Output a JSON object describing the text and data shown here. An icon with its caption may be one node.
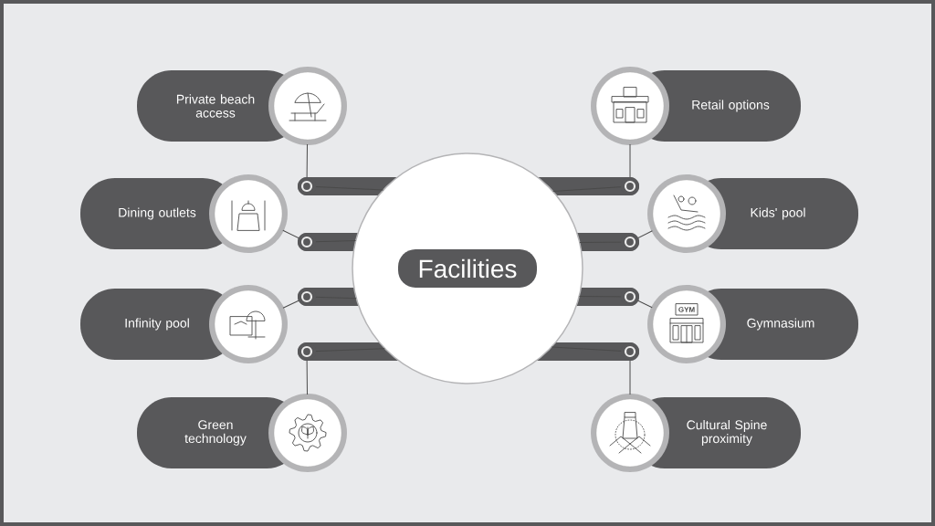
{
  "diagram": {
    "nodes": [
      {
        "text": [
          "Facilities"
        ]
      },
      {
        "text": [
          "Private beach access"
        ]
      },
      {
        "text": [
          "Dining outlets"
        ]
      },
      {
        "text": [
          "Infinity pool"
        ]
      },
      {
        "text": [
          "Green technology"
        ]
      },
      {
        "text": [
          "Retail options"
        ]
      },
      {
        "text": [
          "Kids' pool"
        ]
      },
      {
        "text": [
          "Gymnasium"
        ]
      },
      {
        "text": [
          "Cultural Spine proximity"
        ]
      }
    ],
    "edges": [
      {
        "from": 0,
        "to": 1,
        "arrow": "none"
      },
      {
        "from": 0,
        "to": 2,
        "arrow": "none"
      },
      {
        "from": 0,
        "to": 3,
        "arrow": "none"
      },
      {
        "from": 0,
        "to": 4,
        "arrow": "none"
      },
      {
        "from": 0,
        "to": 5,
        "arrow": "none"
      },
      {
        "from": 0,
        "to": 6,
        "arrow": "none"
      },
      {
        "from": 0,
        "to": 7,
        "arrow": "none"
      },
      {
        "from": 0,
        "to": 8,
        "arrow": "none"
      }
    ],
    "labels": [
      "GYM"
    ]
  }
}
